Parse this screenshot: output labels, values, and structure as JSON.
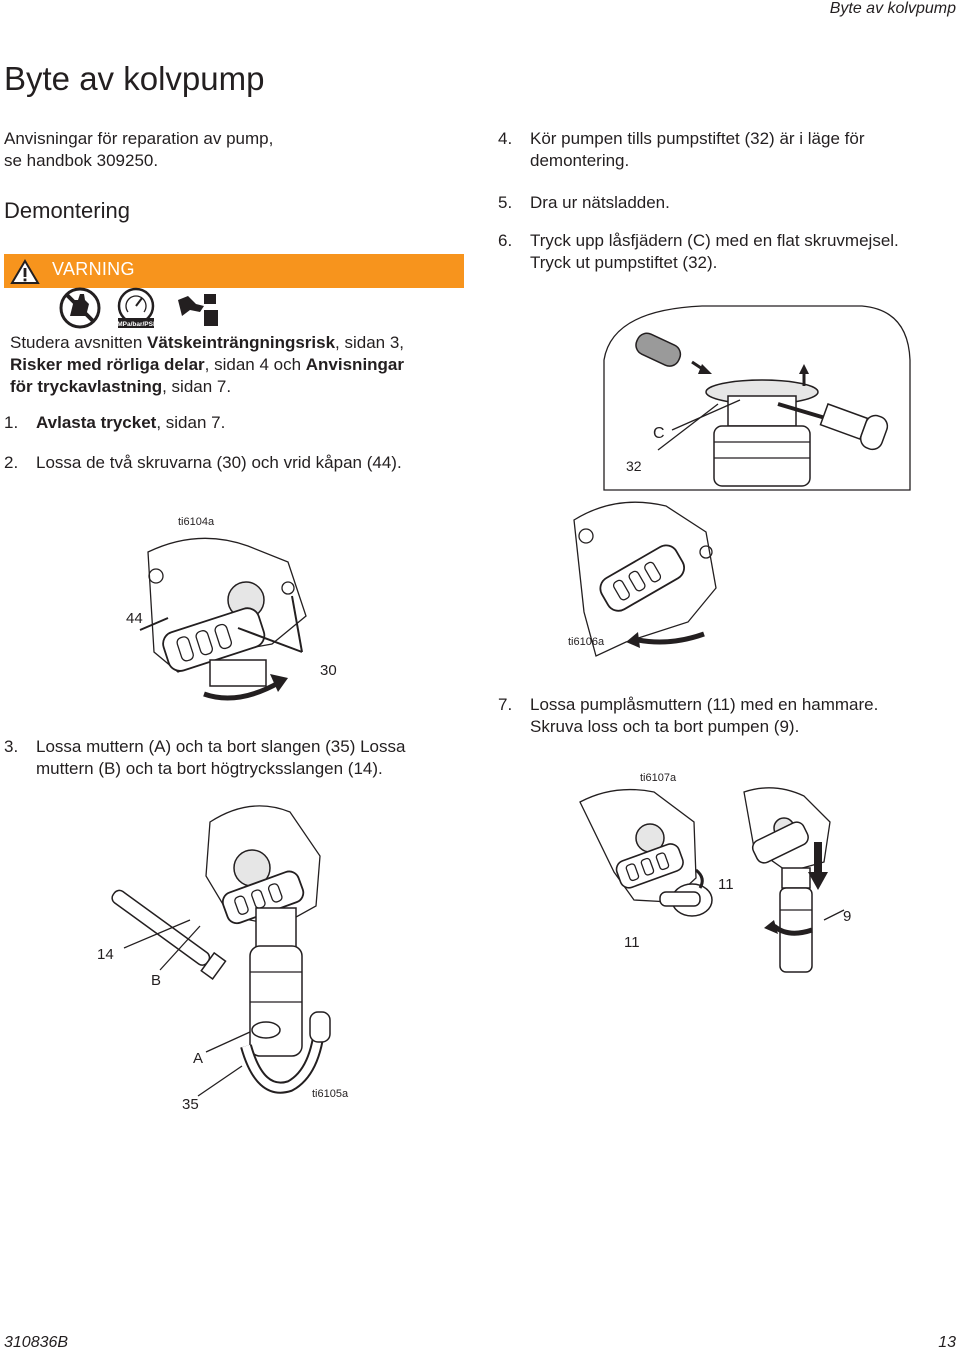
{
  "header": {
    "title": "Byte av kolvpump"
  },
  "page": {
    "title": "Byte av kolvpump"
  },
  "intro": {
    "line1": "Anvisningar för reparation av pump,",
    "line2": "se handbok 309250."
  },
  "section": {
    "title": "Demontering"
  },
  "warning": {
    "label": "VARNING",
    "symbol_text": "MPa/bar/PSI",
    "parts": {
      "p1": "Studera avsnitten ",
      "b1": "Vätskeinträngningsrisk",
      "p2": ", sidan 3,",
      "b2": "Risker med rörliga delar",
      "p3": ", sidan 4 och ",
      "b3": "Anvisningar",
      "b4": "för tryckavlastning",
      "p4": ", sidan 7."
    }
  },
  "steps": {
    "s1": {
      "num": "1.",
      "bold": "Avlasta trycket",
      "rest": ", sidan 7."
    },
    "s2": {
      "num": "2.",
      "text": "Lossa de två skruvarna (30) och vrid kåpan (44)."
    },
    "s3": {
      "num": "3.",
      "line1": "Lossa muttern (A) och ta bort slangen (35) Lossa",
      "line2": "muttern (B) och ta bort högtrycksslangen (14)."
    },
    "s4": {
      "num": "4.",
      "line1": "Kör pumpen tills pumpstiftet (32) är i läge för",
      "line2": "demontering."
    },
    "s5": {
      "num": "5.",
      "text": "Dra ur nätsladden."
    },
    "s6": {
      "num": "6.",
      "line1": "Tryck upp låsfjädern (C) med en flat skruvmejsel.",
      "line2": "Tryck ut pumpstiftet (32)."
    },
    "s7": {
      "num": "7.",
      "line1": "Lossa pumplåsmuttern (11) med en hammare.",
      "line2": "Skruva loss och ta bort pumpen (9)."
    }
  },
  "figures": {
    "fig_a": {
      "id": "ti6104a",
      "c44": "44",
      "c30": "30"
    },
    "fig_b": {
      "id": "ti6105a",
      "c14": "14",
      "cB": "B",
      "cA": "A",
      "c35": "35"
    },
    "fig_c": {
      "id": "ti6106a",
      "c32": "32",
      "cC": "C"
    },
    "fig_d": {
      "id": "ti6107a",
      "c11a": "11",
      "c11b": "11",
      "c9": "9"
    }
  },
  "footer": {
    "doc": "310836B",
    "page": "13"
  }
}
